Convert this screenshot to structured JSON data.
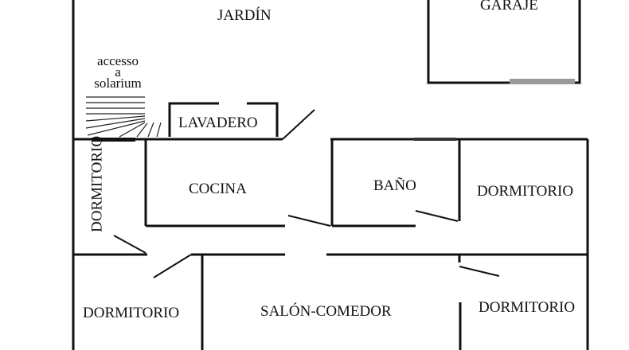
{
  "rooms": {
    "jardin": "JARDÍN",
    "garaje": "GARAJE",
    "accesso_line1": "accesso",
    "accesso_line2": "a",
    "accesso_line3": "solarium",
    "lavadero": "LAVADERO",
    "cocina": "COCINA",
    "bano": "BAÑO",
    "dormitorio_left_vertical": "DORMITORIO",
    "dormitorio_right_top": "DORMITORIO",
    "dormitorio_bottom_left": "DORMITORIO",
    "salon_comedor": "SALÓN-COMEDOR",
    "dormitorio_bottom_right": "DORMITORIO"
  },
  "colors": {
    "wall": "#111111",
    "garage_door": "#9a9a9a"
  }
}
